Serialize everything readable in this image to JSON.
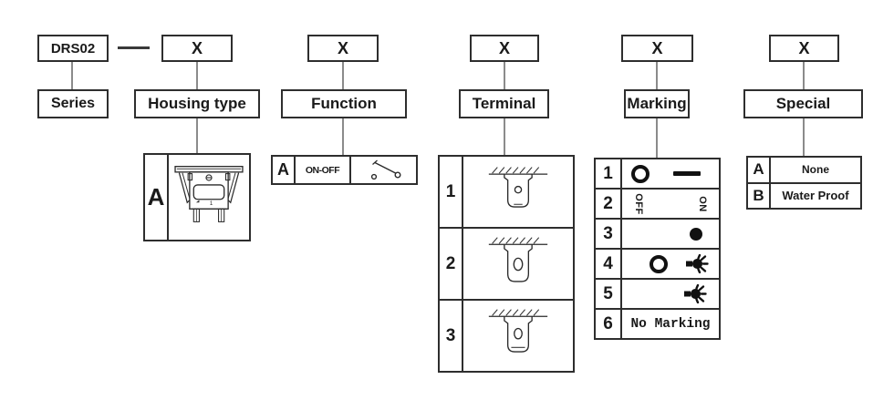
{
  "palette": {
    "ink": "#1a1a1a",
    "line_color": "#2e2e2e",
    "connector_color": "#8b8b8b"
  },
  "title_block": {
    "prefix": "DRS02",
    "separator": "—"
  },
  "columns": {
    "series": {
      "label": "Series"
    },
    "housing": {
      "label": "Housing type",
      "placeholder": "X",
      "rows": [
        {
          "code": "A",
          "icon": "rocker-switch-housing",
          "drawing_mark": "1"
        }
      ]
    },
    "function": {
      "label": "Function",
      "placeholder": "X",
      "rows": [
        {
          "code": "A",
          "text": "ON-OFF",
          "icon": "spst-switch-symbol"
        }
      ]
    },
    "terminal": {
      "label": "Terminal",
      "placeholder": "X",
      "rows": [
        {
          "code": "1",
          "icon": "solder-tab-round-hole"
        },
        {
          "code": "2",
          "icon": "solder-tab-oval-hole"
        },
        {
          "code": "3",
          "icon": "solder-tab-oval-hole-short"
        }
      ]
    },
    "marking": {
      "label": "Marking",
      "placeholder": "X",
      "rows": [
        {
          "code": "1",
          "icons": [
            "circle-symbol",
            "line-symbol"
          ]
        },
        {
          "code": "2",
          "left_text": "OFF",
          "right_text": "ON"
        },
        {
          "code": "3",
          "icons": [
            "dot-symbol"
          ]
        },
        {
          "code": "4",
          "icons": [
            "circle-symbol",
            "lamp-symbol"
          ]
        },
        {
          "code": "5",
          "icons": [
            "lamp-symbol"
          ]
        },
        {
          "code": "6",
          "text": "No Marking"
        }
      ]
    },
    "special": {
      "label": "Special",
      "placeholder": "X",
      "rows": [
        {
          "code": "A",
          "text": "None"
        },
        {
          "code": "B",
          "text": "Water Proof"
        }
      ]
    }
  }
}
